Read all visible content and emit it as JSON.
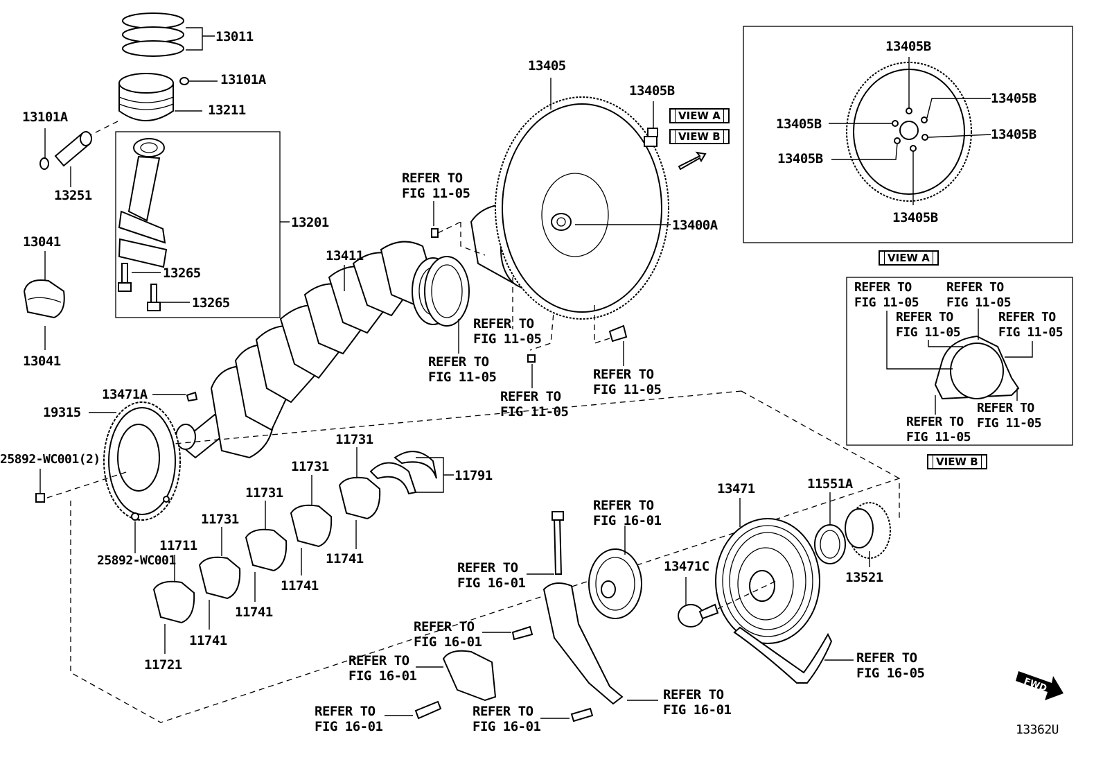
{
  "diagram_id": "13362U",
  "refer_text": "REFER TO",
  "fig_11_05": "FIG 11-05",
  "fig_16_01": "FIG 16-01",
  "fig_16_05": "FIG 16-05",
  "view_a": "VIEW A",
  "view_b": "VIEW B",
  "fwd": "FWD",
  "parts": {
    "p13011": "13011",
    "p13101a": "13101A",
    "p13211": "13211",
    "p13251": "13251",
    "p13201": "13201",
    "p13265": "13265",
    "p13041": "13041",
    "p13411": "13411",
    "p13405": "13405",
    "p13405b": "13405B",
    "p13400a": "13400A",
    "p13471a": "13471A",
    "p19315": "19315",
    "p25892_2": "25892-WC001(2)",
    "p25892": "25892-WC001",
    "p11731": "11731",
    "p11741": "11741",
    "p11711": "11711",
    "p11721": "11721",
    "p11791": "11791",
    "p13471": "13471",
    "p11551a": "11551A",
    "p13471c": "13471C",
    "p13521": "13521"
  }
}
